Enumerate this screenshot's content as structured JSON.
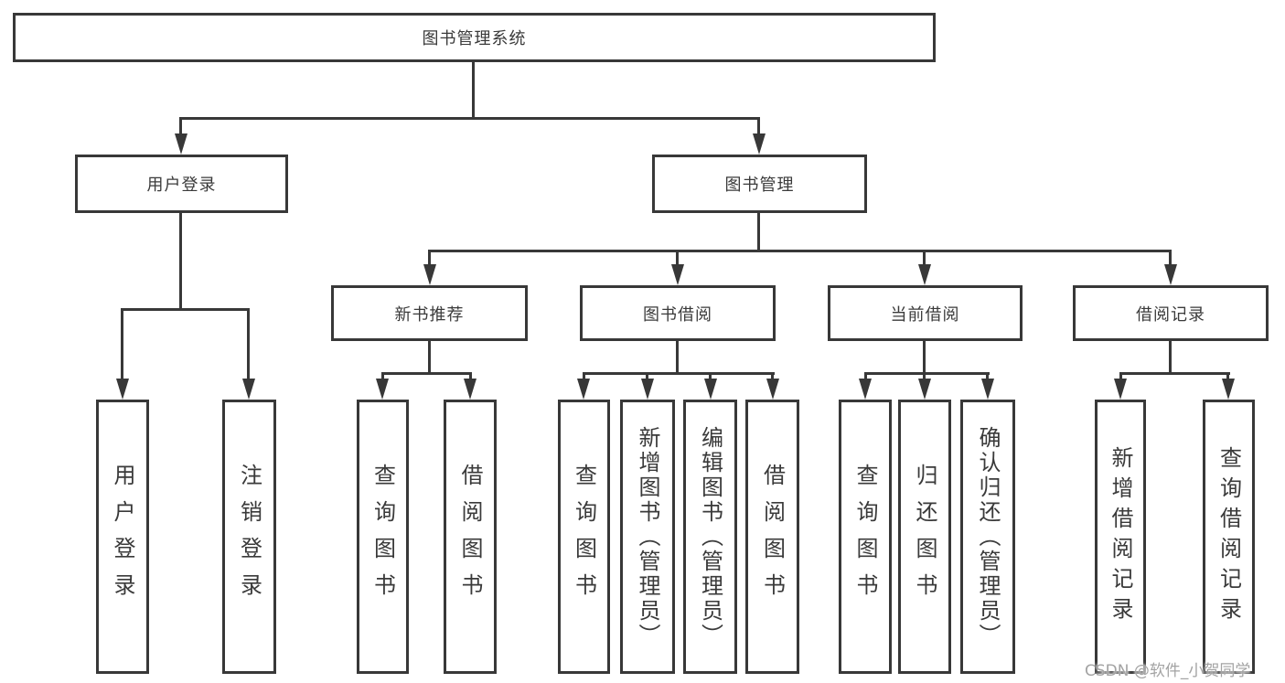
{
  "diagram": {
    "root": {
      "label": "图书管理系统"
    },
    "level2": [
      {
        "label": "用户登录"
      },
      {
        "label": "图书管理"
      }
    ],
    "level3": [
      {
        "label": "新书推荐"
      },
      {
        "label": "图书借阅"
      },
      {
        "label": "当前借阅"
      },
      {
        "label": "借阅记录"
      }
    ],
    "leaves": [
      {
        "label": "用户登录"
      },
      {
        "label": "注销登录"
      },
      {
        "label": "查询图书"
      },
      {
        "label": "借阅图书"
      },
      {
        "label": "查询图书"
      },
      {
        "label": "新增图书（管理员）"
      },
      {
        "label": "编辑图书（管理员）"
      },
      {
        "label": "借阅图书"
      },
      {
        "label": "查询图书"
      },
      {
        "label": "归还图书"
      },
      {
        "label": "确认归还（管理员）"
      },
      {
        "label": "新增借阅记录"
      },
      {
        "label": "查询借阅记录"
      }
    ],
    "watermark": "CSDN @软件_小贺同学",
    "colors": {
      "line": "#383838",
      "text": "#3a3a3a",
      "watermark": "#a3a3a3",
      "background": "#ffffff"
    }
  }
}
